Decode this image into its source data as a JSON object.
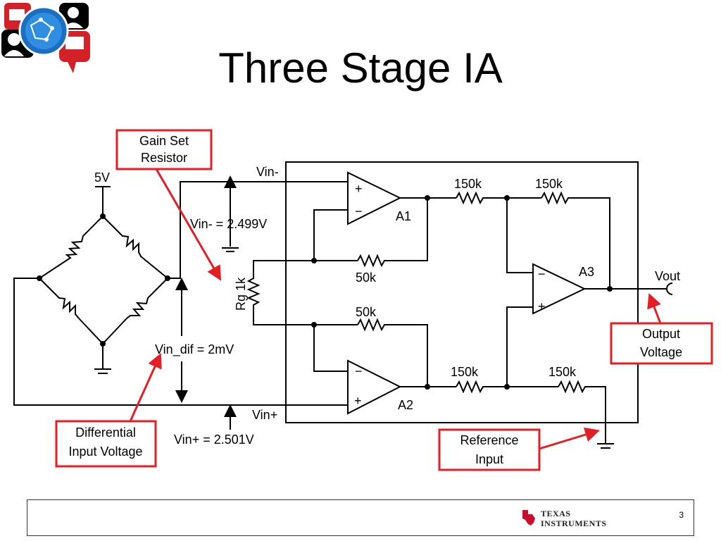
{
  "slide": {
    "title": "Three Stage IA",
    "page_number": "3"
  },
  "schematic": {
    "supply_label": "5V",
    "rail_labels": {
      "vin_minus": "Vin-",
      "vin_plus": "Vin+"
    },
    "voltages": {
      "vin_minus": "Vin- = 2.499V",
      "vin_plus": "Vin+ = 2.501V",
      "vin_dif": "Vin_dif = 2mV"
    },
    "components": {
      "rg": "Rg 1k",
      "r_feedback_top": "50k",
      "r_feedback_bottom": "50k",
      "r_top_in": "150k",
      "r_top_fb": "150k",
      "r_bot_in": "150k",
      "r_bot_ref": "150k"
    },
    "amplifiers": {
      "a1": "A1",
      "a2": "A2",
      "a3": "A3"
    },
    "pin_plus": "+",
    "pin_minus": "−",
    "output_label": "Vout"
  },
  "callouts": {
    "gain_set": [
      "Gain Set",
      "Resistor"
    ],
    "differential": [
      "Differential",
      "Input Voltage"
    ],
    "output": [
      "Output",
      "Voltage"
    ],
    "reference": [
      "Reference",
      "Input"
    ]
  },
  "colors": {
    "callout_red": "#e31e24",
    "wire": "#000000"
  },
  "footer": {
    "brand_line1": "TEXAS",
    "brand_line2": "INSTRUMENTS"
  }
}
